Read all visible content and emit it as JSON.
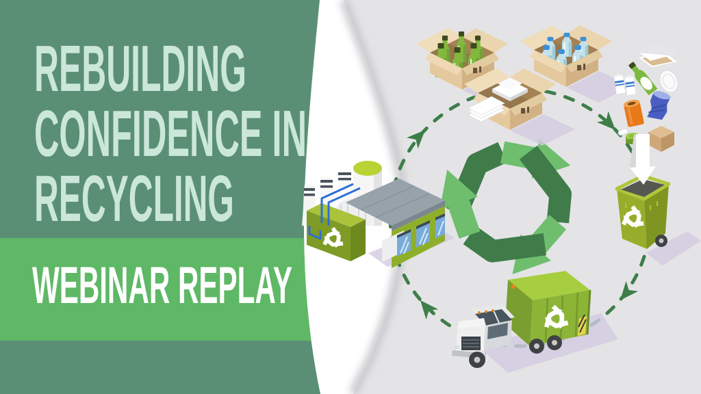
{
  "banner": {
    "title_line_1": "REBUILDING",
    "title_line_2": "CONFIDENCE IN",
    "title_line_3": "RECYCLING",
    "subtitle": "WEBINAR REPLAY"
  },
  "illustration": {
    "name": "recycling-cycle-diagram",
    "elements": [
      "box-of-glass-bottles",
      "box-of-paper",
      "box-of-plastic-bottles",
      "recyclable-items",
      "recycling-bin",
      "garbage-truck",
      "recycling-plant",
      "recycling-arrows-symbol",
      "dashed-cycle-ring"
    ]
  },
  "colors": {
    "panel": "#5B8F75",
    "band": "#5FB866",
    "mint": "#CBE7DA",
    "white": "#FFFFFF",
    "bg": "#E4E4E6",
    "dash": "#3E7E49",
    "sym_dark": "#3F7C4A",
    "sym_light": "#6FBE6E",
    "lavender": "#D2CBE1",
    "cardboard_mid": "#E5C99E",
    "cardboard_dark": "#D2B184",
    "cardboard_flap": "#F0DDBA",
    "glass_green": "#83B83E",
    "bottle_blue": "#C3E2EA",
    "cap_blue": "#3F8FD6",
    "bin_front": "#97AD2B",
    "bin_side": "#7E9522",
    "truck_top": "#A6CE3F",
    "truck_side": "#8CB437",
    "pipe_blue": "#2E6FD4"
  }
}
